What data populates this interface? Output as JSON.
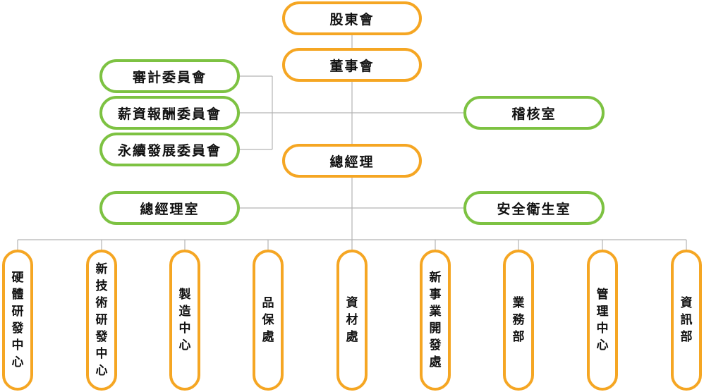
{
  "colors": {
    "primary_border": "#f5a623",
    "secondary_border": "#7dc242",
    "connector": "#b3b3b3",
    "text": "#111111"
  },
  "top_chain": {
    "shareholders": "股東會",
    "board": "董事會",
    "president": "總經理"
  },
  "board_committees": [
    "審計委員會",
    "薪資報酬委員會",
    "永續發展委員會"
  ],
  "audit_office": "稽核室",
  "president_staff": {
    "left": "總經理室",
    "right": "安全衛生室"
  },
  "departments": [
    "硬體研發中心",
    "新技術研發中心",
    "製造中心",
    "品保處",
    "資材處",
    "新事業開發處",
    "業務部",
    "管理中心",
    "資訊部"
  ]
}
